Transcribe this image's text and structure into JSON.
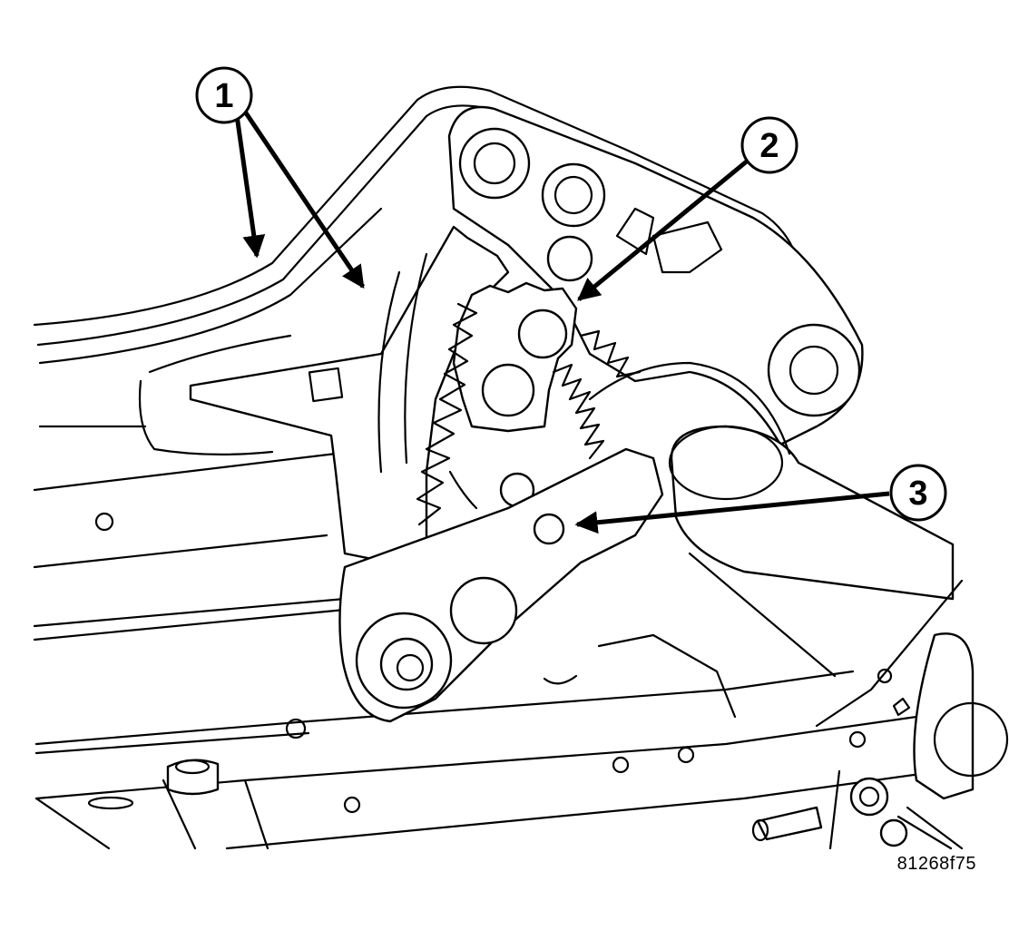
{
  "callouts": [
    {
      "label": "1"
    },
    {
      "label": "2"
    },
    {
      "label": "3"
    }
  ],
  "figure_id": "81268f75",
  "colors": {
    "ink": "#000000",
    "paper": "#ffffff"
  }
}
